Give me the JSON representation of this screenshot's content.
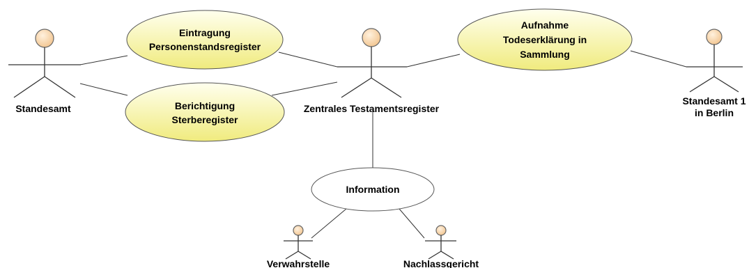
{
  "diagram": {
    "type": "uml-use-case",
    "colors": {
      "usecase_fill_light": "#ffffee",
      "usecase_fill_dark": "#f0eb7e",
      "usecase_stroke": "#555555",
      "plain_usecase_fill": "#ffffff",
      "actor_head_fill": "#f9d6a8",
      "line": "#333333"
    },
    "actors": [
      {
        "id": "standesamt",
        "label": "Standesamt",
        "icon": "actor-stick-figure-icon"
      },
      {
        "id": "zentrales",
        "label": "Zentrales Testamentsregister",
        "icon": "actor-stick-figure-icon"
      },
      {
        "id": "berlin",
        "label_lines": [
          "Standesamt 1",
          "in Berlin"
        ],
        "icon": "actor-stick-figure-icon"
      },
      {
        "id": "verwahrstelle",
        "label": "Verwahrstelle",
        "icon": "actor-stick-figure-icon"
      },
      {
        "id": "nachlassgericht",
        "label": "Nachlassgericht",
        "icon": "actor-stick-figure-icon"
      }
    ],
    "use_cases": [
      {
        "id": "eintragung",
        "label_lines": [
          "Eintragung",
          "Personenstandsregister"
        ]
      },
      {
        "id": "berichtigung",
        "label_lines": [
          "Berichtigung",
          "Sterberegister"
        ]
      },
      {
        "id": "aufnahme",
        "label_lines": [
          "Aufnahme",
          "Todeserklärung in",
          "Sammlung"
        ]
      },
      {
        "id": "information",
        "label_lines": [
          "Information"
        ]
      }
    ],
    "associations": [
      [
        "standesamt",
        "eintragung"
      ],
      [
        "standesamt",
        "berichtigung"
      ],
      [
        "eintragung",
        "zentrales"
      ],
      [
        "berichtigung",
        "zentrales"
      ],
      [
        "zentrales",
        "aufnahme"
      ],
      [
        "aufnahme",
        "berlin"
      ],
      [
        "zentrales",
        "information"
      ],
      [
        "information",
        "verwahrstelle"
      ],
      [
        "information",
        "nachlassgericht"
      ]
    ]
  }
}
